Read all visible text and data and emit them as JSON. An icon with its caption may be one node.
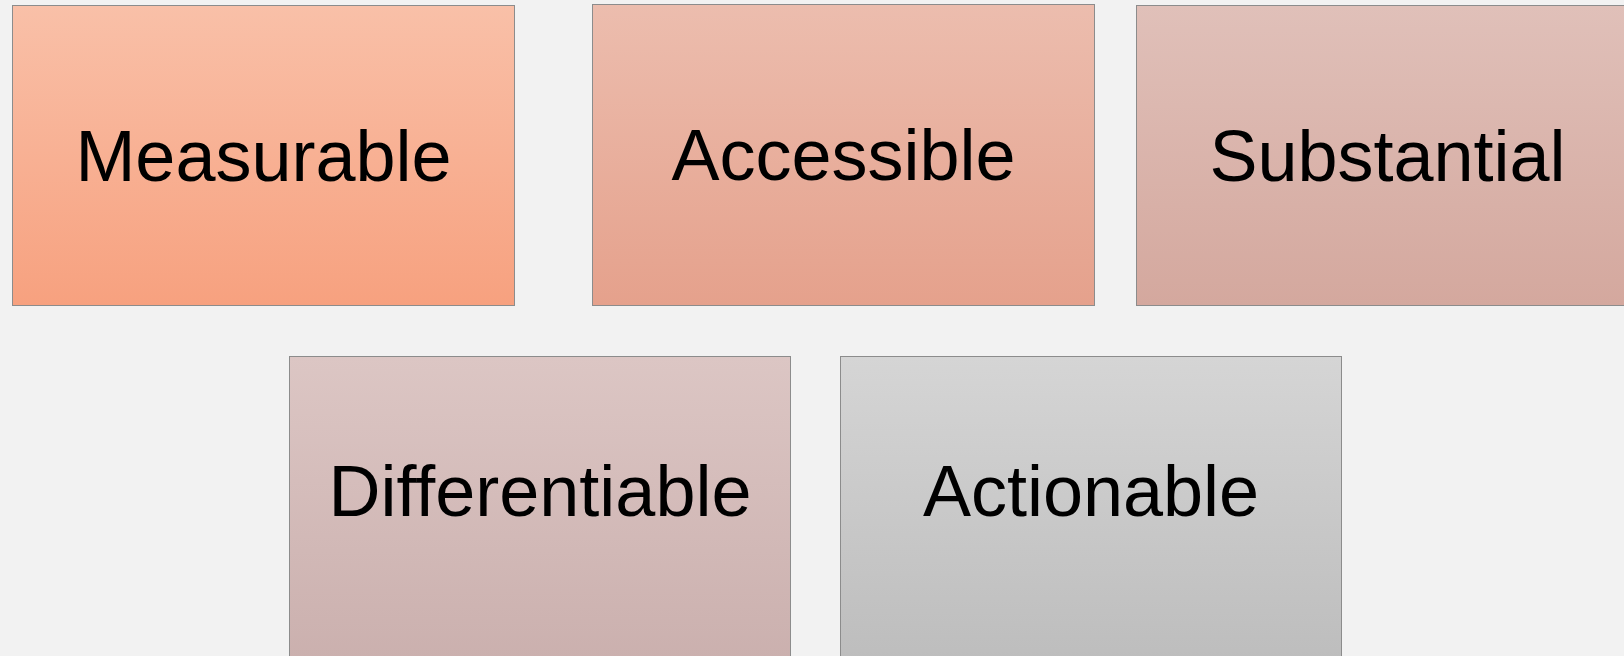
{
  "diagram": {
    "nodes": [
      {
        "text": [
          "Measurable"
        ]
      },
      {
        "text": [
          "Accessible"
        ]
      },
      {
        "text": [
          "Substantial"
        ]
      },
      {
        "text": [
          "Differentiable"
        ]
      },
      {
        "text": [
          "Actionable"
        ]
      }
    ]
  }
}
